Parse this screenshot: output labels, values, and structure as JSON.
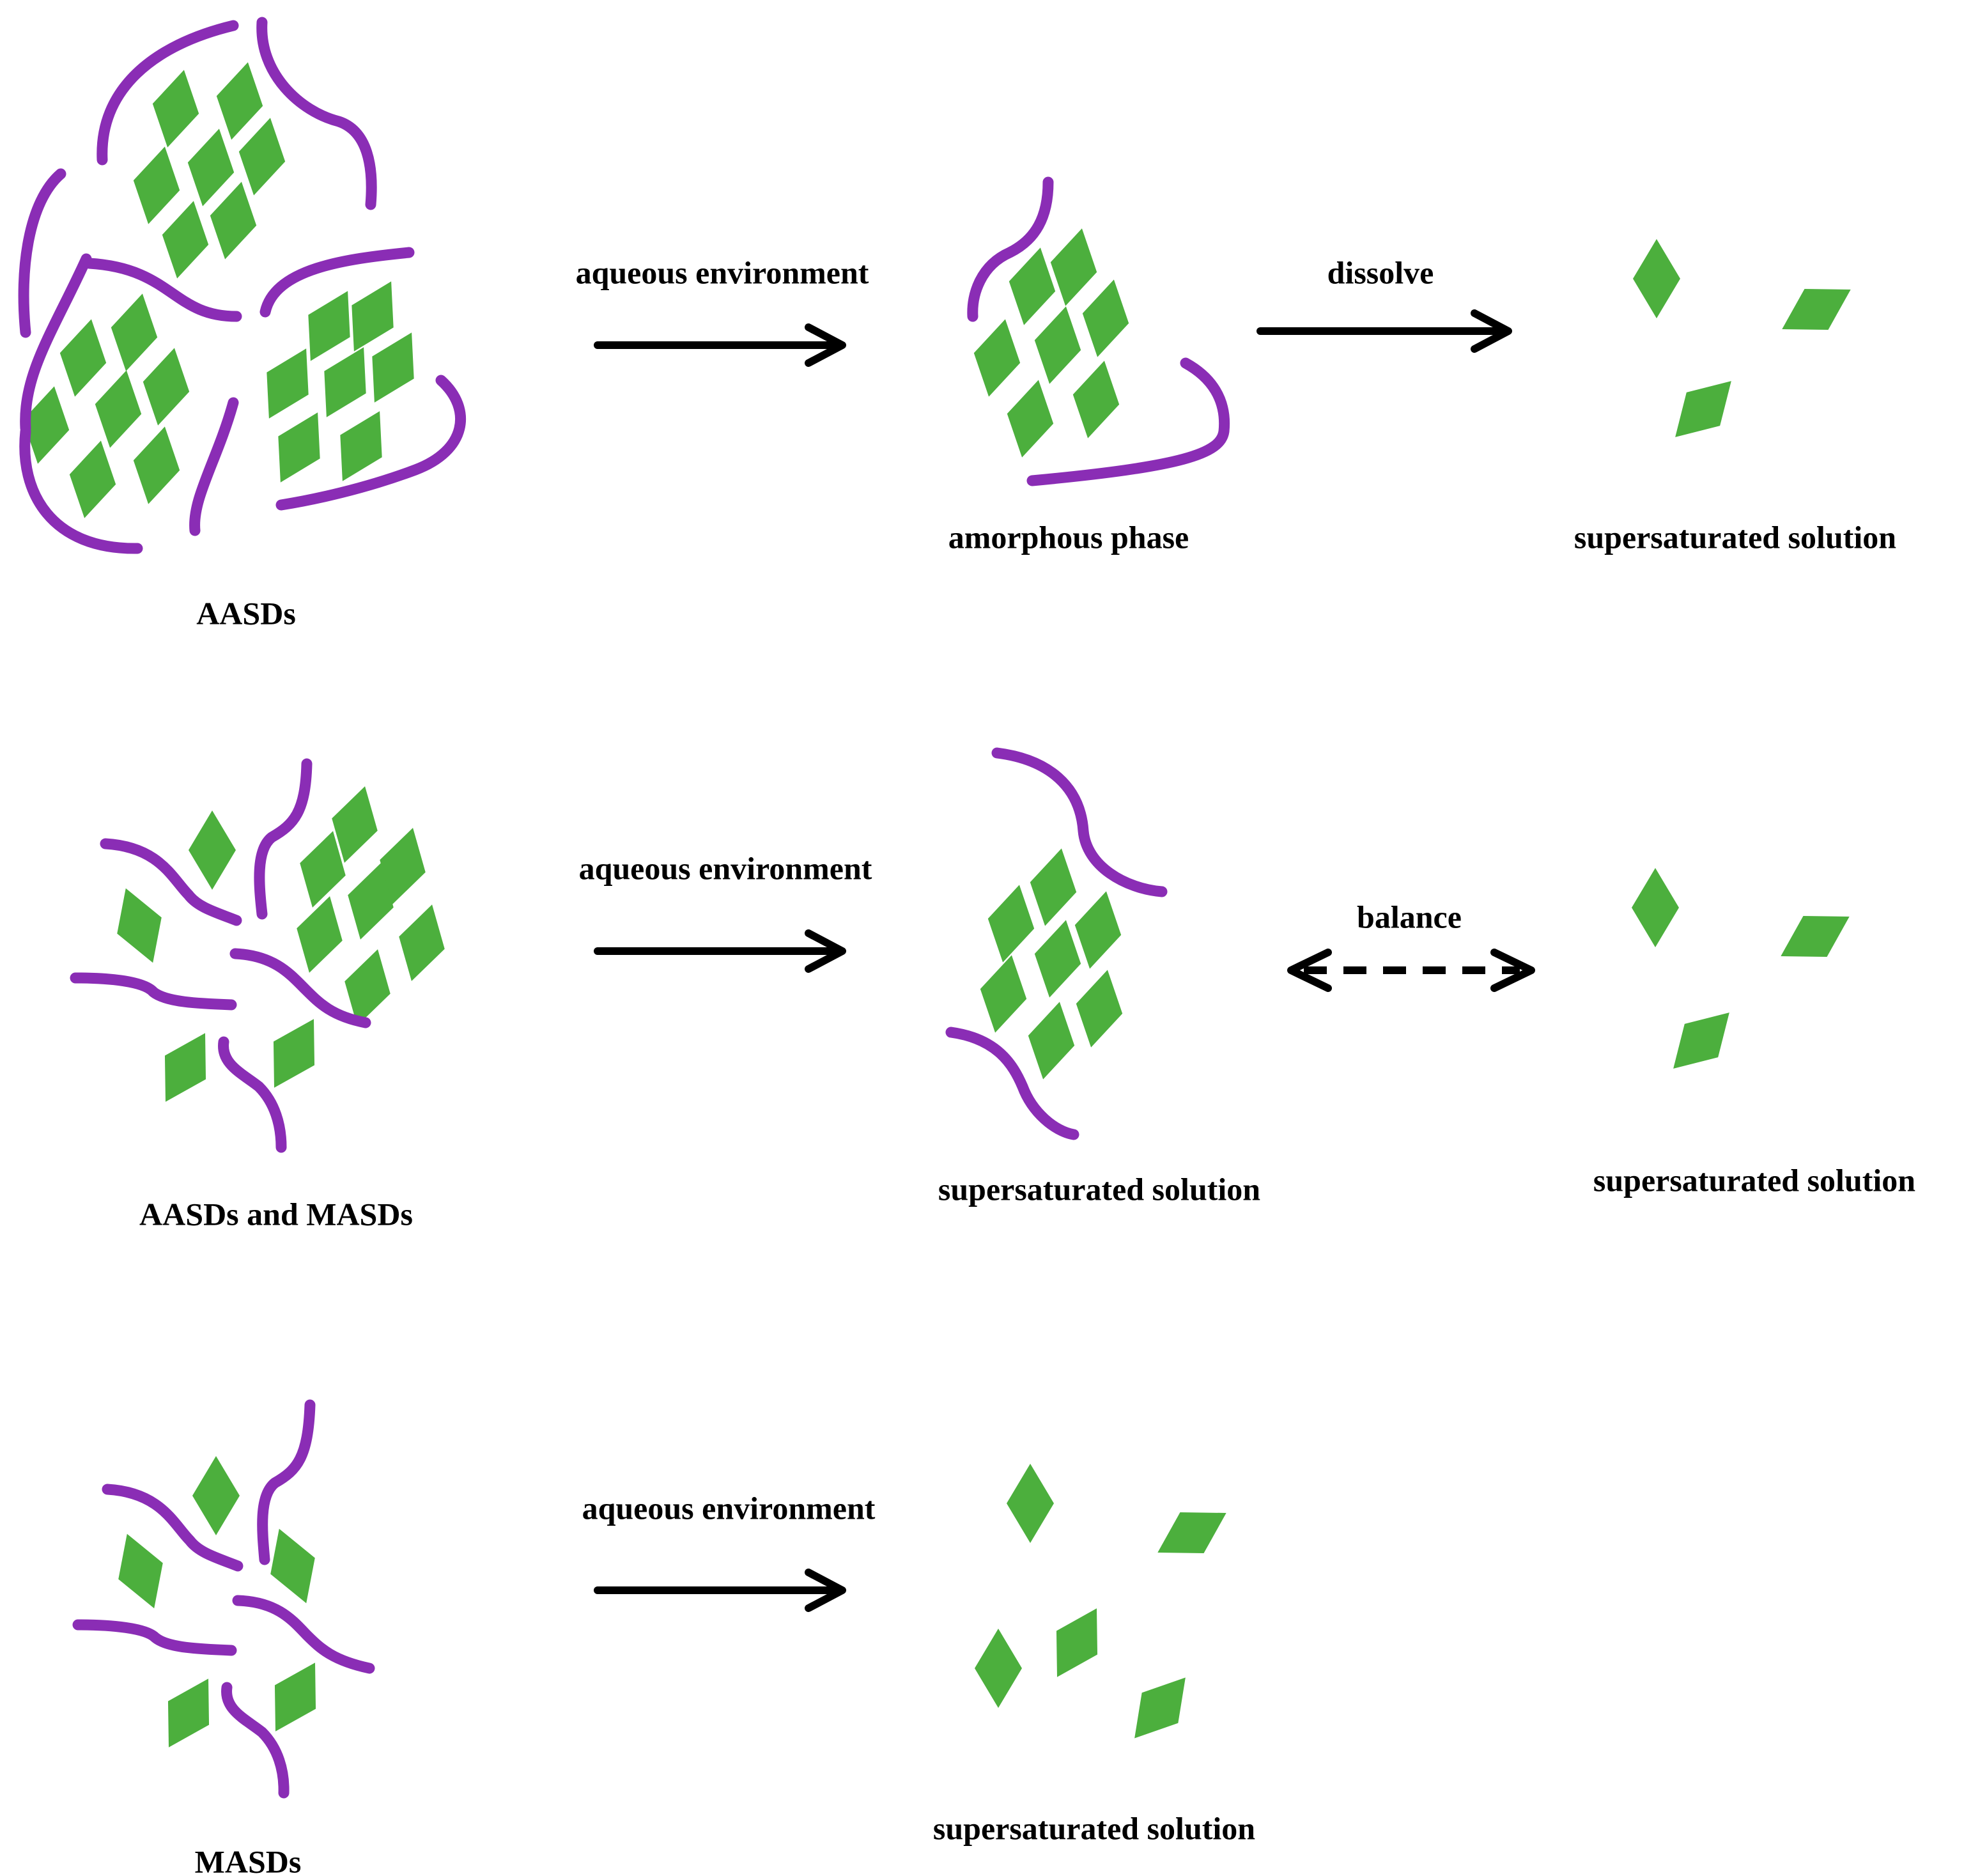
{
  "colors": {
    "drug": "#4caf3d",
    "polymer": "#8a2db5",
    "arrow": "#000000",
    "background": "#ffffff"
  },
  "rows": [
    {
      "id": "row-aasds",
      "source_label": "AASDs",
      "process_label": "aqueous environment",
      "intermediate_label": "amorphous phase",
      "second_process_label": "dissolve",
      "product_label": "supersaturated solution"
    },
    {
      "id": "row-aasds-masds",
      "source_label": "AASDs and MASDs",
      "process_label": "aqueous environment",
      "intermediate_label": "supersaturated solution",
      "second_process_label": "balance",
      "product_label": "supersaturated solution"
    },
    {
      "id": "row-masds",
      "source_label": "MASDs",
      "process_label": "aqueous environment",
      "product_label": "supersaturated solution"
    }
  ]
}
